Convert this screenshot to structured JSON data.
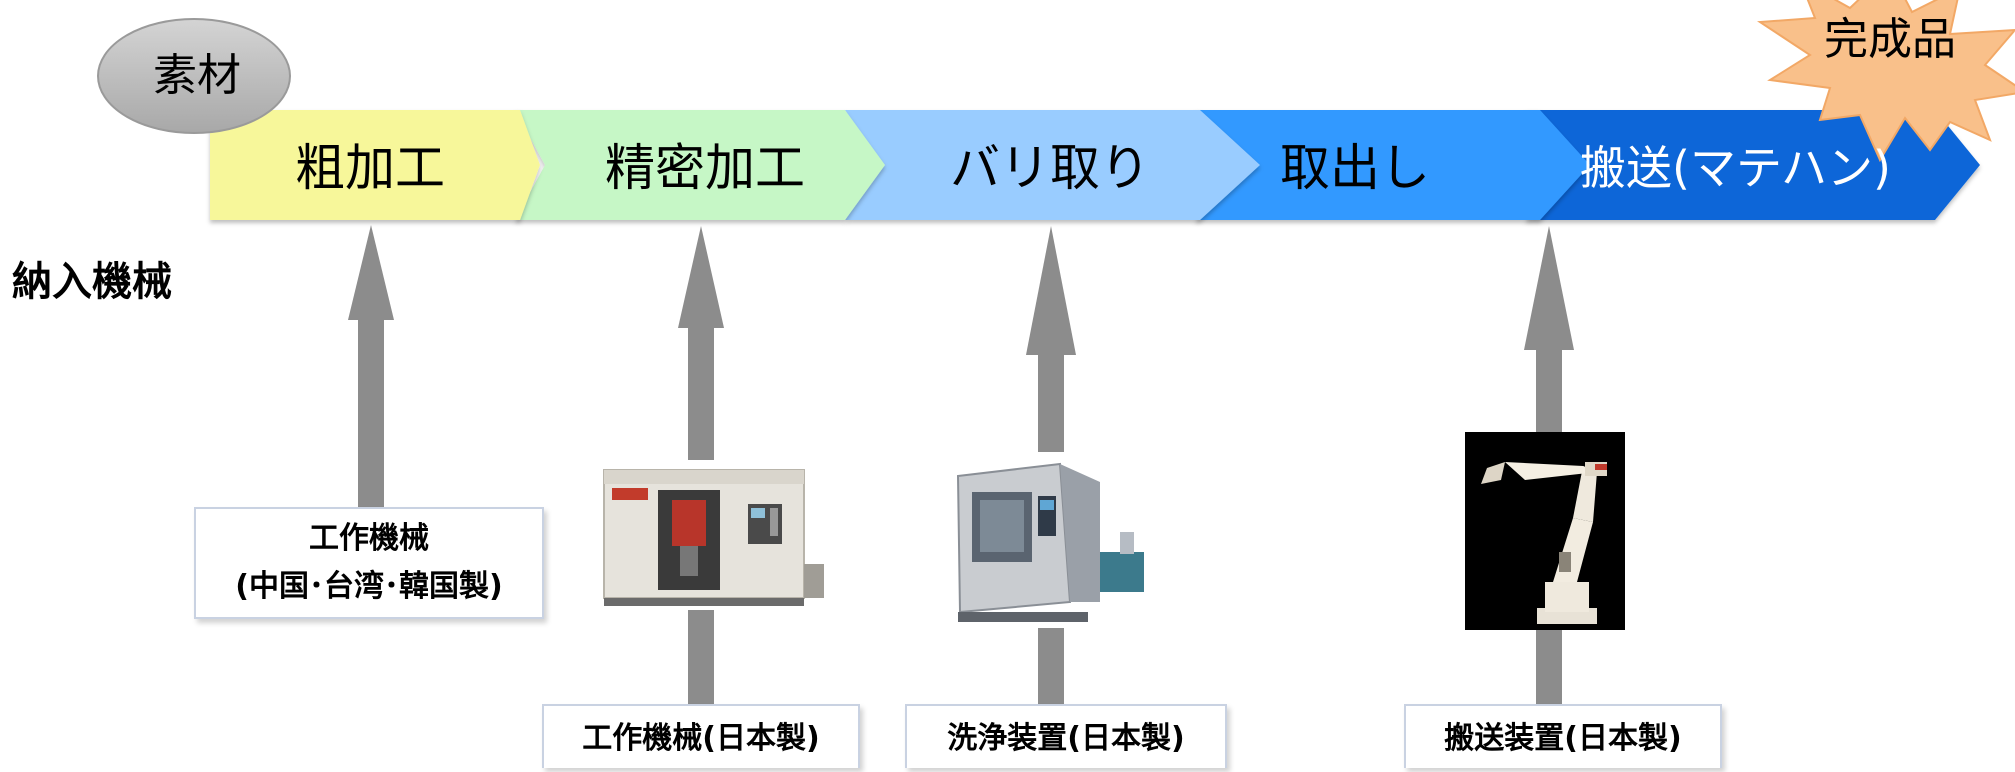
{
  "flow": {
    "raw_material": "素材",
    "finished_product": "完成品",
    "stages": [
      {
        "label": "粗加工",
        "color": "#f7f79a"
      },
      {
        "label": "精密加工",
        "color": "#c6f7c6"
      },
      {
        "label": "バリ取り",
        "color": "#99ccff"
      },
      {
        "label": "取出し",
        "color": "#3399ff"
      },
      {
        "label": "搬送(マテハン)",
        "color": "#0a66d8"
      }
    ]
  },
  "section_title": "納入機械",
  "machines": [
    {
      "line1": "工作機械",
      "line2": "(中国･台湾･韓国製)"
    },
    {
      "label": "工作機械(日本製)",
      "image_icon": "machining-center-icon"
    },
    {
      "label": "洗浄装置(日本製)",
      "image_icon": "washing-machine-icon"
    },
    {
      "label": "搬送装置(日本製)",
      "image_icon": "industrial-robot-icon"
    }
  ],
  "colors": {
    "arrow": "#8c8c8c",
    "starburst": "#f9c08a",
    "raw_ellipse": "#bfbfbf"
  }
}
